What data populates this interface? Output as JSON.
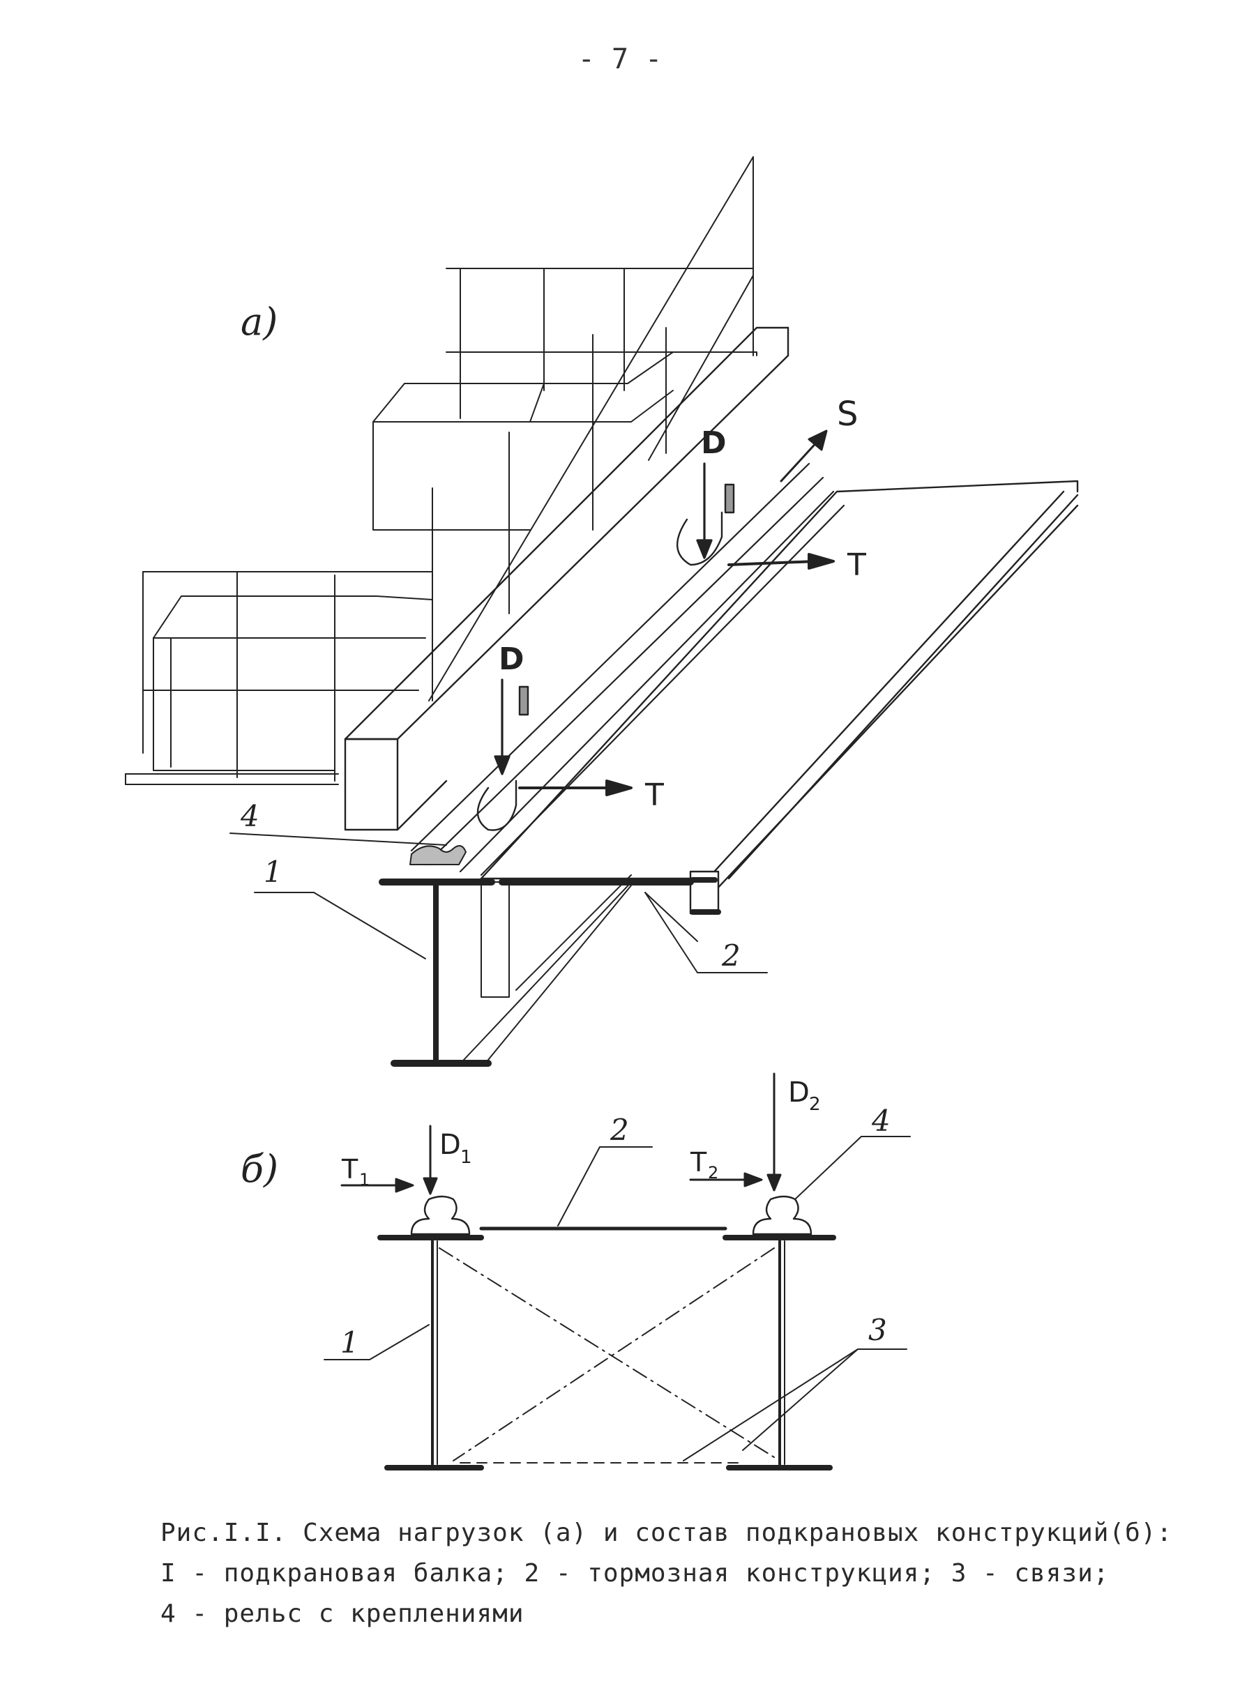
{
  "page_number": "- 7 -",
  "figure_a": {
    "panel_label": "a)",
    "force_labels": {
      "S": "S",
      "D": "D",
      "T": "T"
    },
    "part_labels": [
      "4",
      "1",
      "2"
    ]
  },
  "figure_b": {
    "panel_label": "б)",
    "force_labels": {
      "D1": "D",
      "D1_sub": "1",
      "D2": "D",
      "D2_sub": "2",
      "T1": "T",
      "T1_sub": "1",
      "T2": "T",
      "T2_sub": "2"
    },
    "part_labels": [
      "2",
      "4",
      "1",
      "3"
    ]
  },
  "caption": {
    "line1": "Рис.I.I. Схема нагрузок (а) и состав подкрановых конструкций(б):",
    "line2": "I - подкрановая балка; 2 - тормозная конструкция; 3 - связи;",
    "line3": "4 - рельс с креплениями"
  },
  "colors": {
    "ink": "#222222",
    "paper": "#ffffff"
  }
}
